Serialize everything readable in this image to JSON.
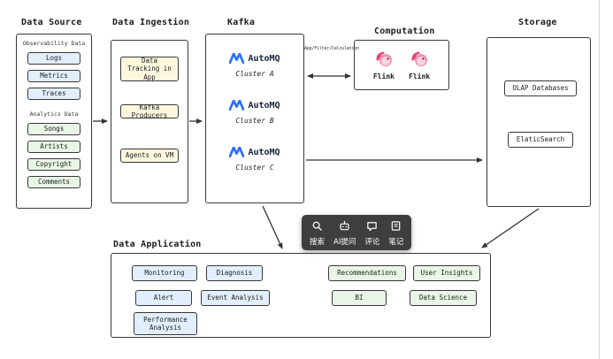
{
  "sections": {
    "data_source": {
      "title": "Data Source",
      "groups": [
        {
          "label": "Observability Data",
          "items": [
            "Logs",
            "Metrics",
            "Traces"
          ]
        },
        {
          "label": "Analytics Data",
          "items": [
            "Songs",
            "Artists",
            "Copyright",
            "Comments"
          ]
        }
      ]
    },
    "data_ingestion": {
      "title": "Data Ingestion",
      "items": [
        "Data Tracking in App",
        "Kafka Producers",
        "Agents on VM"
      ]
    },
    "kafka": {
      "title": "Kafka",
      "brand": "AutoMQ",
      "clusters": [
        "Cluster A",
        "Cluster B",
        "Cluster C"
      ]
    },
    "computation": {
      "title": "Computation",
      "engines": [
        "Flink",
        "Flink"
      ]
    },
    "storage": {
      "title": "Storage",
      "items": [
        "OLAP Databases",
        "ElaticSearch"
      ]
    },
    "data_application": {
      "title": "Data Application",
      "blue_items": [
        "Monitoring",
        "Diagnosis",
        "Alert",
        "Event Analysis",
        "Performance Analysis"
      ],
      "green_items": [
        "Recommendations",
        "User Insights",
        "BI",
        "Data Science"
      ]
    }
  },
  "labels": {
    "kafka_computation_arrow": "App/Filter/Calculation"
  },
  "toolbar": {
    "items": [
      {
        "icon": "search-icon",
        "label": "搜索"
      },
      {
        "icon": "ai-ask-icon",
        "label": "AI提问"
      },
      {
        "icon": "comment-icon",
        "label": "评论"
      },
      {
        "icon": "note-icon",
        "label": "笔记"
      }
    ]
  },
  "colors": {
    "observability_fill": "#e1eefb",
    "analytics_fill": "#e9f5e6",
    "ingestion_fill": "#fcf7dd",
    "blue_fill": "#e1eefb",
    "green_fill": "#e9f5e6",
    "toolbar_bg": "#3e3e3e",
    "automq_blue": "#2970ff",
    "flink_pink": "#e0457b",
    "border": "#383838"
  }
}
